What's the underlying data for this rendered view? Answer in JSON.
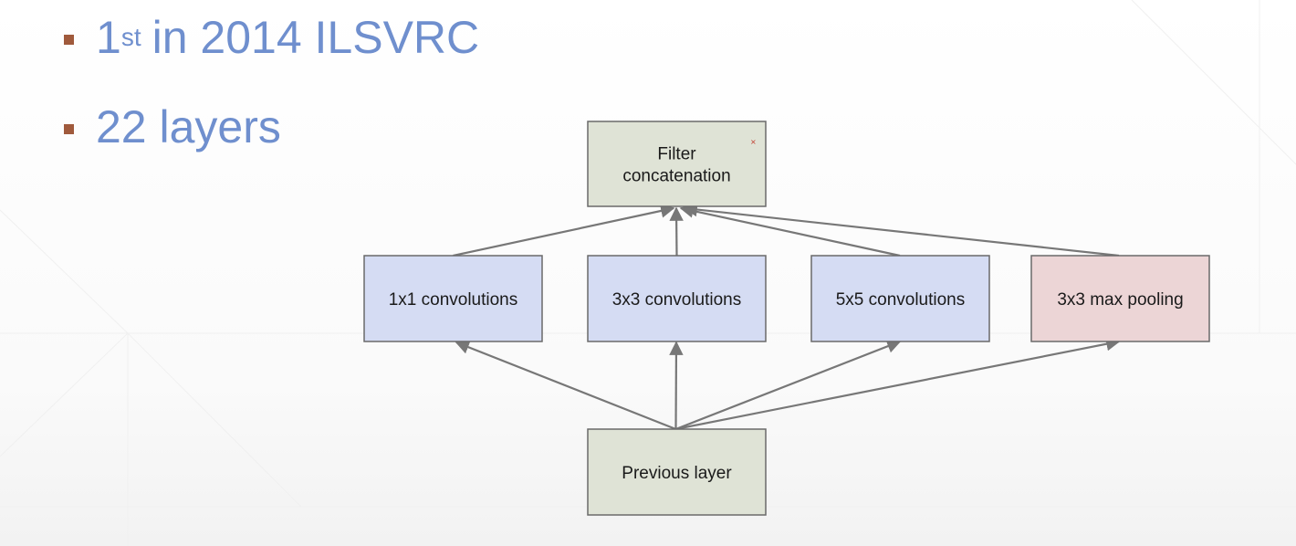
{
  "slide": {
    "bullets": [
      {
        "pre": "1",
        "sup": "st",
        "post": "in 2014 ILSVRC"
      },
      {
        "pre": "22 layers",
        "sup": "",
        "post": ""
      }
    ]
  },
  "diagram": {
    "nodes": {
      "filter_concat": {
        "lines": [
          "Filter",
          "concatenation"
        ],
        "color": "#dfe3d6"
      },
      "conv1x1": {
        "lines": [
          "1x1 convolutions"
        ],
        "color": "#d5dcf3"
      },
      "conv3x3": {
        "lines": [
          "3x3 convolutions"
        ],
        "color": "#d5dcf3"
      },
      "conv5x5": {
        "lines": [
          "5x5 convolutions"
        ],
        "color": "#d5dcf3"
      },
      "maxpool3x3": {
        "lines": [
          "3x3 max pooling"
        ],
        "color": "#ecd5d6"
      },
      "previous_layer": {
        "lines": [
          "Previous layer"
        ],
        "color": "#dfe3d6"
      }
    },
    "edges": [
      {
        "from": "previous_layer",
        "to": "conv1x1"
      },
      {
        "from": "previous_layer",
        "to": "conv3x3"
      },
      {
        "from": "previous_layer",
        "to": "conv5x5"
      },
      {
        "from": "previous_layer",
        "to": "maxpool3x3"
      },
      {
        "from": "conv1x1",
        "to": "filter_concat"
      },
      {
        "from": "conv3x3",
        "to": "filter_concat"
      },
      {
        "from": "conv5x5",
        "to": "filter_concat"
      },
      {
        "from": "maxpool3x3",
        "to": "filter_concat"
      }
    ],
    "colors": {
      "bullet_text": "#6f8fce",
      "bullet_marker": "#a05a3c",
      "edge": "#777777",
      "border": "#6a6a6a"
    }
  }
}
